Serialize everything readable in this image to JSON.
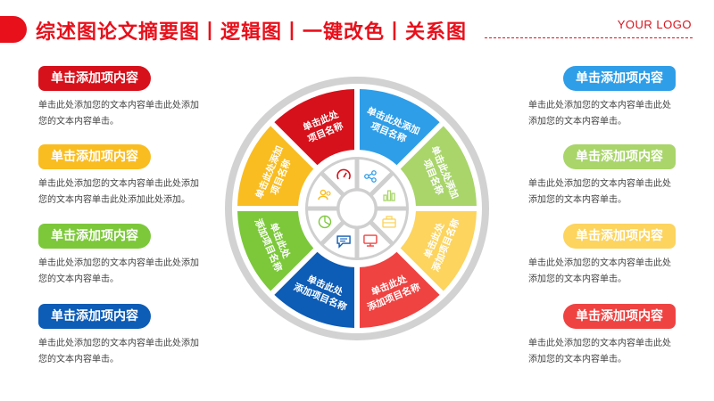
{
  "header": {
    "title": "综述图论文摘要图丨逻辑图丨一键改色丨关系图",
    "logo": "YOUR LOGO"
  },
  "colors": {
    "accent": "#e8101b",
    "red": "#d7111b",
    "blue": "#2f9ee8",
    "green_light": "#a9d56a",
    "yellow_light": "#fcd45e",
    "red_light": "#ef4342",
    "yellow": "#f9bd21",
    "green": "#7cc83a",
    "navy": "#0d5cb6"
  },
  "left_items": [
    {
      "label": "单击添加项内容",
      "desc": "单击此处添加您的文本内容单击此处添加您的文本内容单击。",
      "color": "#d7111b"
    },
    {
      "label": "单击添加项内容",
      "desc": "单击此处添加您的文本内容单击此处添加您的文本内容单击此处添加此处添加。",
      "color": "#f9bd21"
    },
    {
      "label": "单击添加项内容",
      "desc": "单击此处添加您的文本内容单击此处添加您的文本内容单击。",
      "color": "#7cc83a"
    },
    {
      "label": "单击添加项内容",
      "desc": "单击此处添加您的文本内容单击此处添加您的文本内容单击。",
      "color": "#0d5cb6"
    }
  ],
  "right_items": [
    {
      "label": "单击添加项内容",
      "desc": "单击此处添加您的文本内容单击此处添加您的文本内容单击。",
      "color": "#2f9ee8"
    },
    {
      "label": "单击添加项内容",
      "desc": "单击此处添加您的文本内容单击此处添加您的文本内容单击。",
      "color": "#a9d56a"
    },
    {
      "label": "单击添加项内容",
      "desc": "单击此处添加您的文本内容单击此处添加您的文本内容单击。",
      "color": "#fcd45e"
    },
    {
      "label": "单击添加项内容",
      "desc": "单击此处添加您的文本内容单击此处添加您的文本内容单击。",
      "color": "#ef4342"
    }
  ],
  "wheel": {
    "segments": [
      {
        "lines": [
          "单击此处",
          "项目名称"
        ],
        "color": "#d7111b",
        "icon": "gauge-icon"
      },
      {
        "lines": [
          "单击此处添加",
          "项目名称"
        ],
        "color": "#2f9ee8",
        "icon": "share-icon"
      },
      {
        "lines": [
          "单击此处添加",
          "项目名称"
        ],
        "color": "#a9d56a",
        "icon": "bar-chart-icon"
      },
      {
        "lines": [
          "单击此处",
          "添加项目名称"
        ],
        "color": "#fcd45e",
        "icon": "briefcase-icon"
      },
      {
        "lines": [
          "单击此处",
          "添加项目名称"
        ],
        "color": "#ef4342",
        "icon": "monitor-icon"
      },
      {
        "lines": [
          "单击此处",
          "添加项目名称"
        ],
        "color": "#0d5cb6",
        "icon": "chat-icon"
      },
      {
        "lines": [
          "单击此处",
          "添加项目名称"
        ],
        "color": "#7cc83a",
        "icon": "pie-chart-icon"
      },
      {
        "lines": [
          "单击此处添加",
          "项目名称"
        ],
        "color": "#f9bd21",
        "icon": "users-icon"
      }
    ]
  }
}
